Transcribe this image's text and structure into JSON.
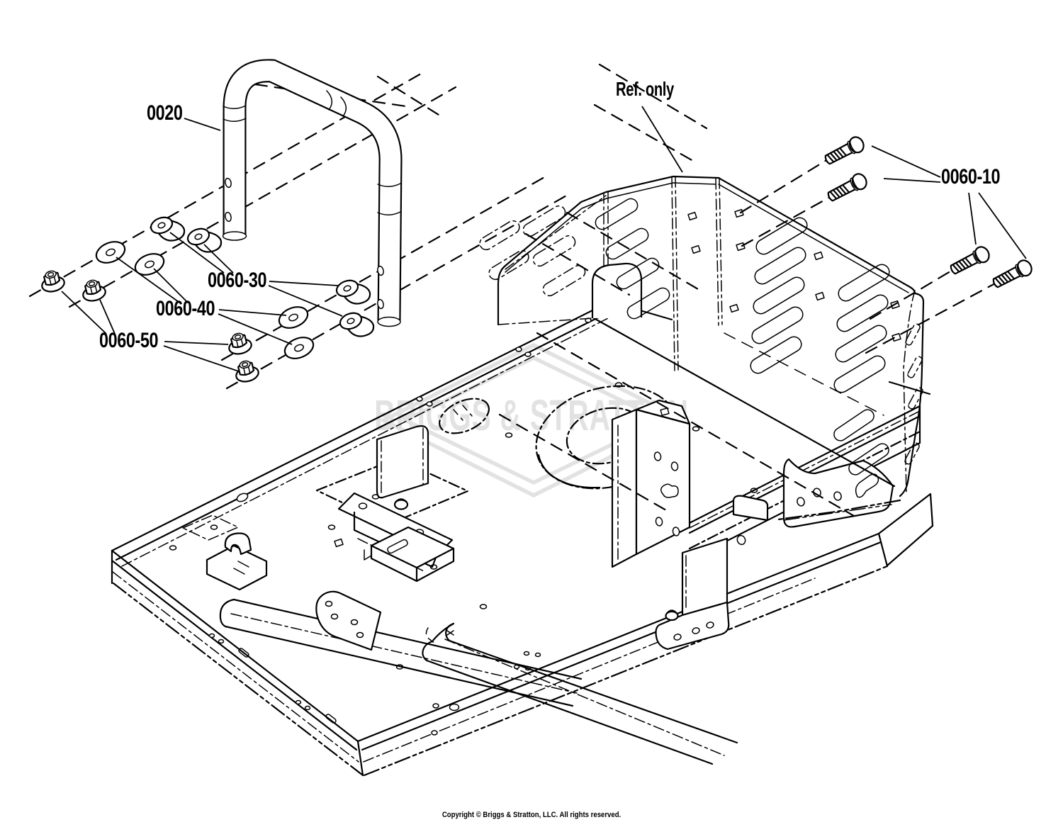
{
  "diagram": {
    "background": "#ffffff",
    "line_color": "#000000",
    "watermark_text": "BRIGGS & STRATTON",
    "watermark_color": "#e2e2e2",
    "callouts": {
      "roll_bar": "0020",
      "reference_panel": "Ref. only",
      "carriage_bolt": "0060-10",
      "cup_washer": "0060-30",
      "flat_washer": "0060-40",
      "flange_nut": "0060-50"
    },
    "footer": "Copyright © Briggs & Stratton, LLC. All rights reserved."
  }
}
